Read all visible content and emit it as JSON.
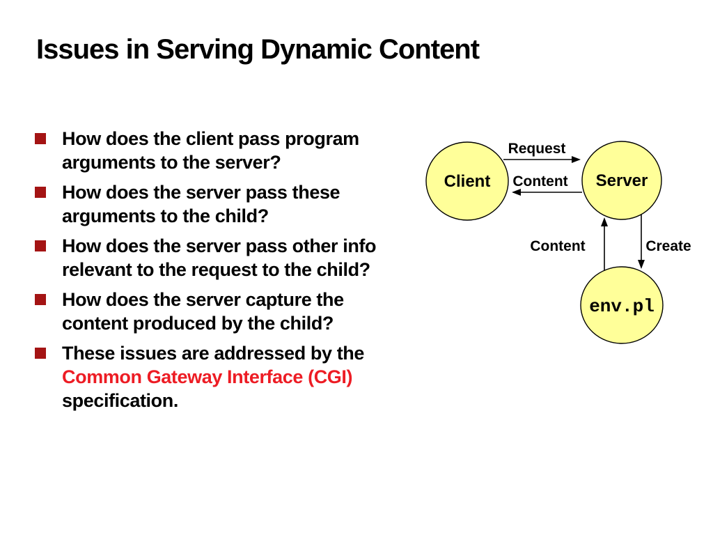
{
  "slide": {
    "title": "Issues in Serving Dynamic Content",
    "bullets": [
      {
        "lines": [
          "How does the client pass program",
          "arguments to the server?"
        ]
      },
      {
        "lines": [
          "How does the server pass these",
          "arguments to the child?"
        ]
      },
      {
        "lines": [
          "How does the server pass other info",
          "relevant to the request to the child?"
        ]
      },
      {
        "lines": [
          "How does the server capture the",
          "content produced by the child?"
        ]
      },
      {
        "lines": [
          "These issues are addressed by the",
          "Common Gateway Interface (CGI)",
          "specification."
        ]
      }
    ]
  },
  "diagram": {
    "nodes": [
      {
        "id": "client",
        "label": "Client"
      },
      {
        "id": "server",
        "label": "Server"
      },
      {
        "id": "envpl",
        "label": "env.pl"
      }
    ],
    "edges": [
      {
        "label": "Request",
        "from": "client",
        "to": "server"
      },
      {
        "label": "Content",
        "from": "server",
        "to": "client"
      },
      {
        "label": "Content",
        "from": "envpl",
        "to": "server"
      },
      {
        "label": "Create",
        "from": "server",
        "to": "envpl"
      }
    ]
  },
  "colors": {
    "bullet_marker": "#A41414",
    "cgi_highlight": "#ED1C24",
    "node_fill": "#FFFF99",
    "node_stroke": "#000000",
    "text": "#000000",
    "background": "#FFFFFF"
  }
}
